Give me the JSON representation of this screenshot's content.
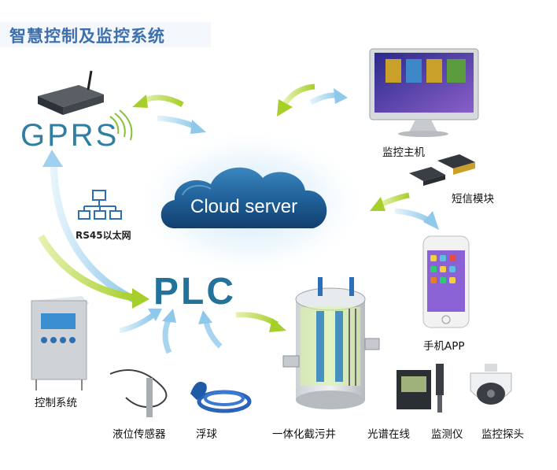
{
  "title": "智慧控制及监控系统",
  "nodes": {
    "gprs": "GPRS",
    "cloud": "Cloud server",
    "plc": "PLC",
    "rs45": "RS45以太网",
    "monitor_host": "监控主机",
    "sms_module": "短信模块",
    "mobile_app": "手机APP",
    "control_system": "控制系统",
    "level_sensor": "液位传感器",
    "float_ball": "浮球",
    "pump_station": "一体化截污井",
    "spectrum_online": "光谱在线",
    "monitor_instrument": "监测仪",
    "camera": "监控探头"
  },
  "colors": {
    "title": "#3d6fae",
    "gprs_text": "#2f7fa4",
    "plc_text": "#23729c",
    "cloud": "#1f5e96",
    "arrow_green": "#b5d83a",
    "arrow_blue": "#9fd0ee"
  }
}
